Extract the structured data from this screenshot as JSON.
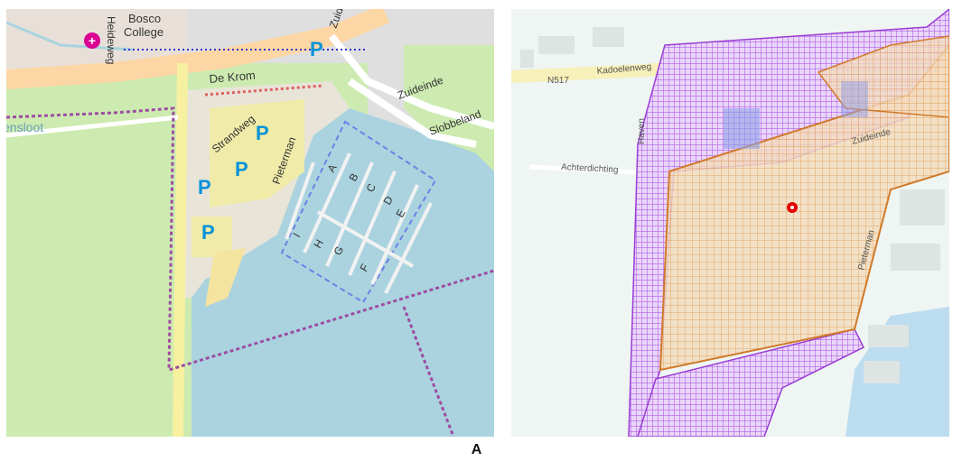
{
  "figure": {
    "caption": "A"
  },
  "left_map": {
    "labels": {
      "bosco_line1": "Bosco",
      "bosco_line2": "College",
      "road_west": "Heideweg",
      "de_krom": "De Krom",
      "zuideinde_top": "Zuideinde",
      "zuideinde_right": "Zuideinde",
      "slobbeland": "Slobbeland",
      "strandweg": "Strandweg",
      "pieterman": "Pieterman",
      "sloot": "ensloot"
    },
    "parking_symbol": "P",
    "jetty_letters": [
      "A",
      "B",
      "C",
      "D",
      "E",
      "F",
      "G",
      "H",
      "I"
    ],
    "colors": {
      "water": "#aad3df",
      "grass": "#cdebb0",
      "road_major": "#fcd6a4",
      "parking": "#eeeeee",
      "boundary": "#9e4ca3",
      "marina_outline": "#6f7fe6",
      "parking_symbol": "#0092da"
    }
  },
  "right_map": {
    "labels": {
      "road_n517": "N517",
      "kadoelen": "Kadoelenweg",
      "achterdichting": "Achterdichting",
      "zuideinde": "Zuideinde",
      "pieterman": "Pieterman",
      "road_side": "Haven"
    },
    "marker_color": "#e00000",
    "colors": {
      "purple_hatch": "#b060e8",
      "orange_hatch": "#e09a4a",
      "water": "#bcdcf0",
      "land": "#eef5f2"
    }
  }
}
